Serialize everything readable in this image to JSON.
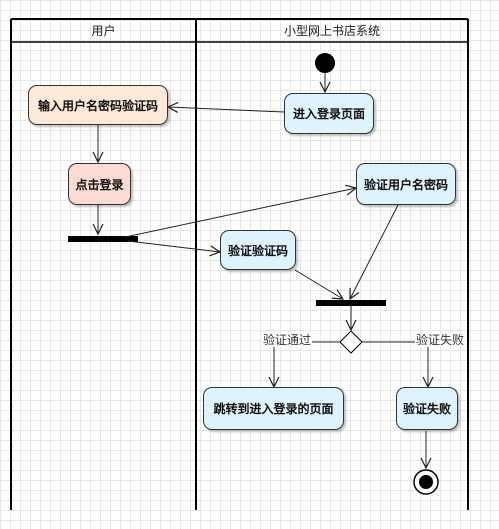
{
  "lanes": {
    "user": "用户",
    "system": "小型网上书店系统"
  },
  "nodes": {
    "enter_login_page": "进入登录页面",
    "input_credentials": "输入用户名密码验证码",
    "click_login": "点击登录",
    "verify_user_password": "验证用户名密码",
    "verify_captcha": "验证验证码",
    "goto_page": "跳转到进入登录的页面",
    "verify_fail": "验证失败"
  },
  "guards": {
    "pass": "验证通过",
    "fail": "验证失败"
  }
}
